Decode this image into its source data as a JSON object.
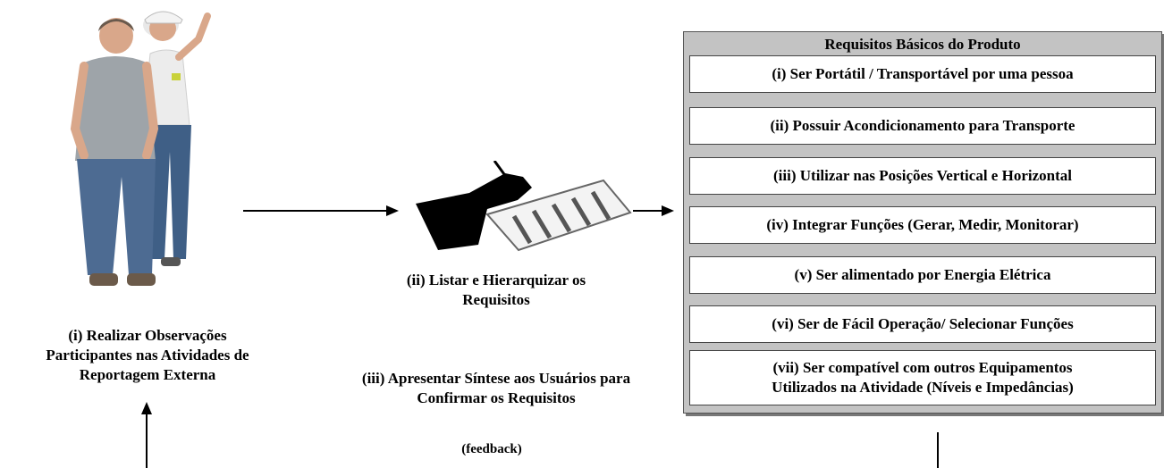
{
  "steps": {
    "step1": [
      "(i) Realizar Observações",
      "Participantes nas Atividades de",
      "Reportagem Externa"
    ],
    "step2": [
      "(ii) Listar e Hierarquizar os",
      "Requisitos"
    ],
    "step3": [
      "(iii) Apresentar Síntese aos Usuários para",
      "Confirmar os Requisitos"
    ],
    "feedback": "(feedback)"
  },
  "requirements": {
    "title": "Requisitos Básicos do Produto",
    "items": [
      [
        "(i) Ser Portátil / Transportável por uma pessoa"
      ],
      [
        "(ii)  Possuir Acondicionamento para Transporte"
      ],
      [
        "(iii) Utilizar nas Posições Vertical e Horizontal"
      ],
      [
        "(iv) Integrar Funções (Gerar, Medir, Monitorar)"
      ],
      [
        "(v) Ser alimentado por Energia Elétrica"
      ],
      [
        "(vi) Ser de Fácil Operação/ Selecionar Funções"
      ],
      [
        "(vii) Ser compatível com outros Equipamentos",
        "Utilizados na Atividade (Níveis e Impedâncias)"
      ]
    ]
  },
  "icons": {
    "step1": "two-reporters-photo",
    "step2": "hand-writing-on-list-icon"
  }
}
